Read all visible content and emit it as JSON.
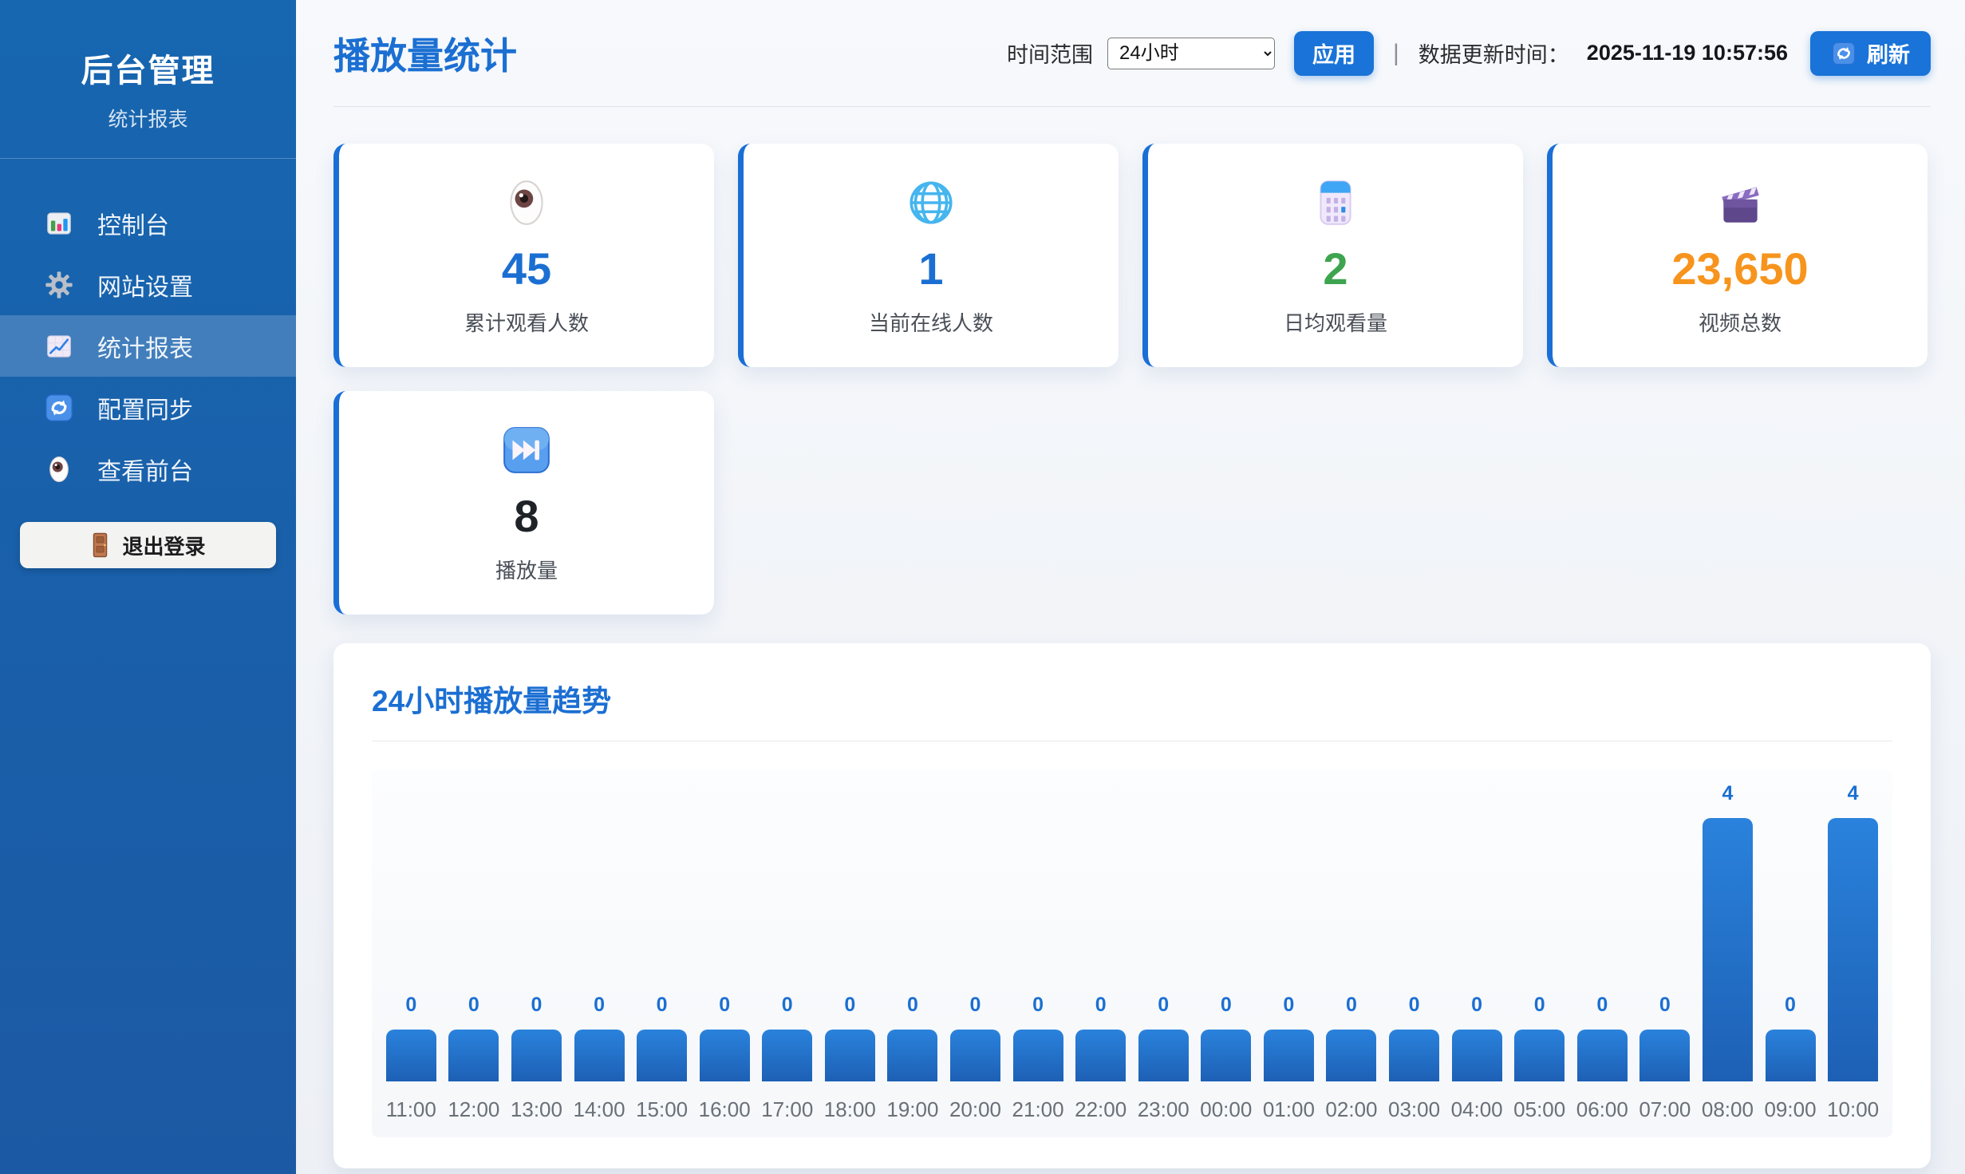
{
  "sidebar": {
    "title": "后台管理",
    "subtitle": "统计报表",
    "items": [
      {
        "name": "console",
        "label": "控制台",
        "icon": "bar-chart-icon",
        "active": false
      },
      {
        "name": "site-settings",
        "label": "网站设置",
        "icon": "gear-icon",
        "active": false
      },
      {
        "name": "statistics",
        "label": "统计报表",
        "icon": "chart-increasing-icon",
        "active": true
      },
      {
        "name": "config-sync",
        "label": "配置同步",
        "icon": "sync-icon",
        "active": false
      },
      {
        "name": "view-frontend",
        "label": "查看前台",
        "icon": "eye-icon",
        "active": false
      }
    ],
    "logout": {
      "label": "退出登录",
      "icon": "door-icon"
    }
  },
  "header": {
    "title": "播放量统计",
    "time_range_label": "时间范围",
    "time_range_value": "24小时",
    "apply_label": "应用",
    "separator": "|",
    "updated_label": "数据更新时间：",
    "updated_value": "2025-11-19 10:57:56",
    "refresh_label": "刷新",
    "refresh_icon": "sync-icon"
  },
  "stats": [
    {
      "icon": "eye-icon",
      "value": "45",
      "label": "累计观看人数",
      "value_color": "#1b6fd2"
    },
    {
      "icon": "globe-icon",
      "value": "1",
      "label": "当前在线人数",
      "value_color": "#1b6fd2"
    },
    {
      "icon": "calendar-icon",
      "value": "2",
      "label": "日均观看量",
      "value_color": "#3ea44f"
    },
    {
      "icon": "clapper-icon",
      "value": "23,650",
      "label": "视频总数",
      "value_color": "#f7941d"
    },
    {
      "icon": "next-track-icon",
      "value": "8",
      "label": "播放量",
      "value_color": "#1f2328"
    }
  ],
  "chart_data": {
    "type": "bar",
    "title": "24小时播放量趋势",
    "categories": [
      "11:00",
      "12:00",
      "13:00",
      "14:00",
      "15:00",
      "16:00",
      "17:00",
      "18:00",
      "19:00",
      "20:00",
      "21:00",
      "22:00",
      "23:00",
      "00:00",
      "01:00",
      "02:00",
      "03:00",
      "04:00",
      "05:00",
      "06:00",
      "07:00",
      "08:00",
      "09:00",
      "10:00"
    ],
    "values": [
      0,
      0,
      0,
      0,
      0,
      0,
      0,
      0,
      0,
      0,
      0,
      0,
      0,
      0,
      0,
      0,
      0,
      0,
      0,
      0,
      0,
      4,
      0,
      4
    ],
    "ylim": [
      0,
      4
    ],
    "grid": false,
    "value_labels": true,
    "bar_color_top": "#2a82dc",
    "bar_color_bottom": "#1d60b5",
    "value_label_color": "#1b6fd2",
    "tick_label_color": "#697077"
  },
  "colors": {
    "sidebar_top": "#1766b0",
    "sidebar_bottom": "#1c59a4",
    "accent_blue": "#1b6fd2",
    "button_blue": "#1a73d8",
    "green": "#3ea44f",
    "orange": "#f7941d",
    "page_bg": "#edf0f5",
    "card_bg": "#ffffff"
  }
}
